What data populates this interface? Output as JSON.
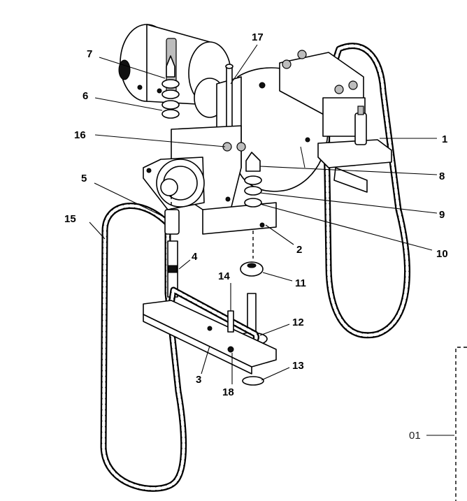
{
  "diagram": {
    "callouts": [
      "1",
      "2",
      "3",
      "4",
      "5",
      "6",
      "7",
      "8",
      "9",
      "10",
      "11",
      "12",
      "13",
      "14",
      "15",
      "16",
      "17",
      "18"
    ],
    "assembly_label": "01"
  }
}
